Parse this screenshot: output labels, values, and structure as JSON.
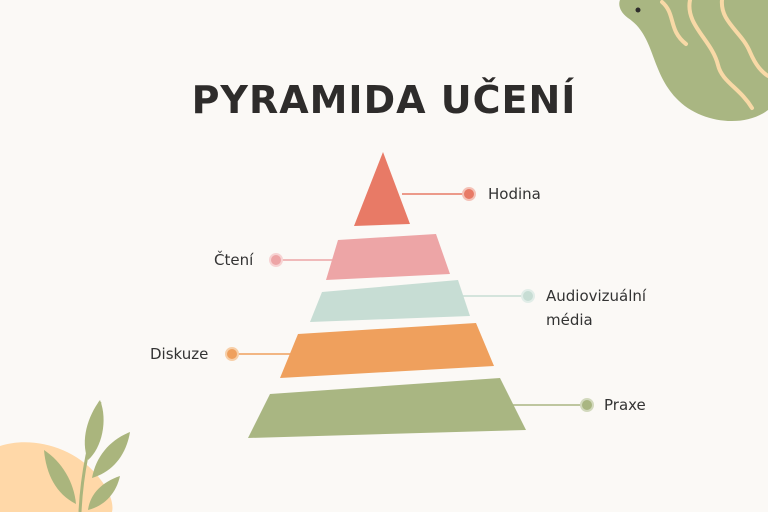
{
  "title": "PYRAMIDA UČENÍ",
  "colors": {
    "coral": "#e87a66",
    "pink": "#eda5a6",
    "mint": "#c7ddd4",
    "orange": "#efa05d",
    "olive": "#a9b682",
    "peach": "#ffd8a8",
    "leaf": "#aab57d"
  },
  "levels": [
    {
      "name": "level-hodina",
      "label": "Hodina"
    },
    {
      "name": "level-cteni",
      "label": "Čtení"
    },
    {
      "name": "level-audiovizualni",
      "label": "Audiovizuální média"
    },
    {
      "name": "level-diskuze",
      "label": "Diskuze"
    },
    {
      "name": "level-praxe",
      "label": "Praxe"
    }
  ]
}
